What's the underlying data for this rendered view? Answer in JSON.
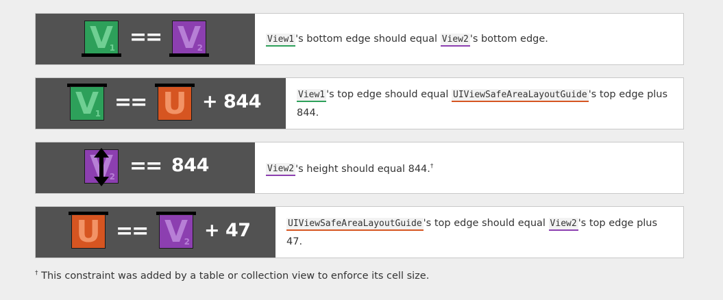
{
  "rows": [
    {
      "left": {
        "letter": "V",
        "sub": "1"
      },
      "operator": "==",
      "right": {
        "letter": "V",
        "sub": "2"
      },
      "constant": "",
      "parts": [
        "View1",
        "'s bottom edge should equal ",
        "View2",
        "'s bottom edge."
      ]
    },
    {
      "left": {
        "letter": "V",
        "sub": "1"
      },
      "operator": "==",
      "right": {
        "letter": "U"
      },
      "constant": "+ 844",
      "parts": [
        "View1",
        "'s top edge should equal ",
        "UIViewSafeAreaLayoutGuide",
        "'s top edge plus 844."
      ]
    },
    {
      "left": {
        "letter": "V",
        "sub": "2"
      },
      "operator": "==",
      "constant": "844",
      "parts": [
        "View2",
        "'s height should equal 844.",
        "†"
      ]
    },
    {
      "left": {
        "letter": "U"
      },
      "operator": "==",
      "right": {
        "letter": "V",
        "sub": "2"
      },
      "constant": "+ 47",
      "parts": [
        "UIViewSafeAreaLayoutGuide",
        "'s top edge should equal ",
        "View2",
        "'s top edge plus 47."
      ]
    }
  ],
  "footnote": {
    "mark": "†",
    "text": " This constraint was added by a table or collection view to enforce its cell size."
  },
  "colors": {
    "view1": "#2da05a",
    "view2": "#8c3fb0",
    "guide": "#d65521",
    "panel": "#525252"
  }
}
